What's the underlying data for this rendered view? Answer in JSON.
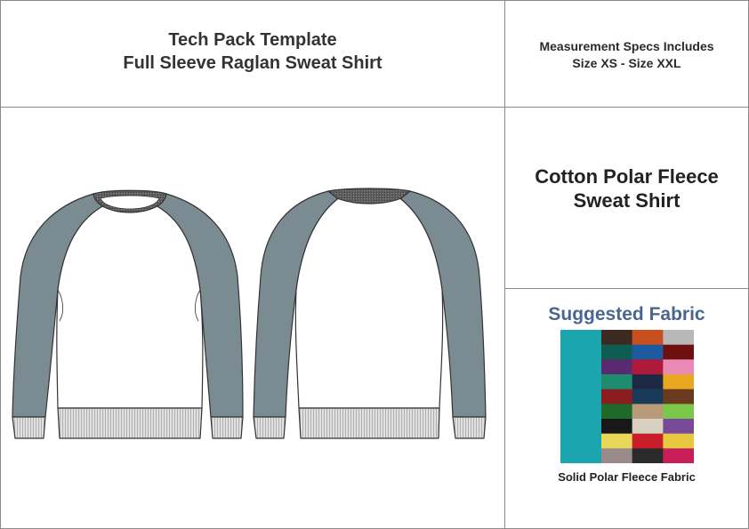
{
  "header": {
    "title_line1": "Tech Pack Template",
    "title_line2": "Full Sleeve Raglan Sweat Shirt"
  },
  "measurement": {
    "line1": "Measurement Specs Includes",
    "line2": "Size XS - Size XXL"
  },
  "fabric": {
    "line1": "Cotton Polar Fleece",
    "line2": "Sweat Shirt"
  },
  "suggested": {
    "title": "Suggested Fabric",
    "caption": "Solid Polar Fleece Fabric"
  },
  "colors": {
    "body": "#ffffff",
    "sleeve": "#7a8b92",
    "collar": "#5a5a5a",
    "rib": "#d8d8d8",
    "outline": "#333333",
    "teal_swatch": "#1ba5ae",
    "swatch_grid": [
      [
        "#3b2a20",
        "#c8501e",
        "#b8b8b8"
      ],
      [
        "#0f5c52",
        "#1e5aa0",
        "#6e1010"
      ],
      [
        "#5a2a70",
        "#b01a3a",
        "#e88ab4"
      ],
      [
        "#1e8c6e",
        "#1e2a45",
        "#e8a820"
      ],
      [
        "#8a1e1e",
        "#1a3a5a",
        "#6a3a1e"
      ],
      [
        "#1e6a2a",
        "#b89a78",
        "#7ac84a"
      ],
      [
        "#181818",
        "#d8d0c0",
        "#7a4a9a"
      ],
      [
        "#e8d85a",
        "#c81e2a",
        "#e8c840"
      ],
      [
        "#9a8a8a",
        "#2a2a2a",
        "#c81e5a"
      ]
    ]
  }
}
